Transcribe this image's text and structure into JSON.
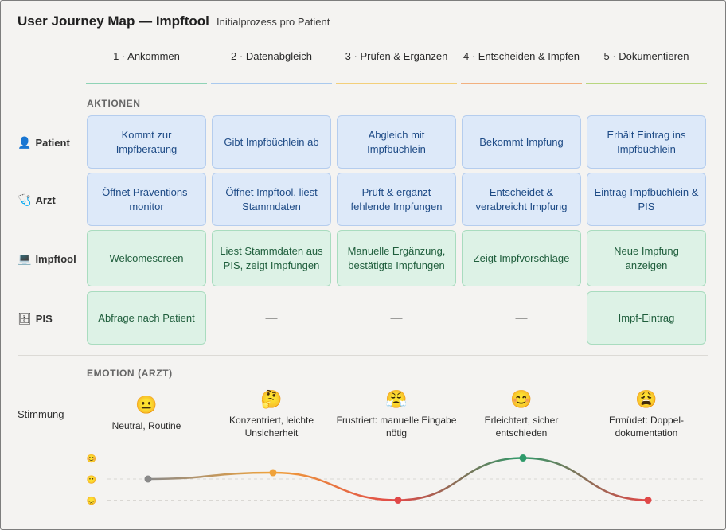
{
  "header": {
    "title": "User Journey Map — Impftool",
    "subtitle": "Initialprozess pro Patient"
  },
  "stages": [
    {
      "label": "1 · Ankommen",
      "color": "#8fd3b6"
    },
    {
      "label": "2 · Datenabgleich",
      "color": "#a9c9ee"
    },
    {
      "label": "3 · Prüfen & Ergänzen",
      "color": "#f3cf7a"
    },
    {
      "label": "4 · Entscheiden & Impfen",
      "color": "#f2b07f"
    },
    {
      "label": "5 · Dokumentieren",
      "color": "#b8d67f"
    }
  ],
  "sections": {
    "actions": "AKTIONEN",
    "emotion": "EMOTION (ARZT)"
  },
  "rows": [
    {
      "label": "Patient",
      "icon": "👤",
      "icon_name": "patient-icon",
      "cells": [
        {
          "text": "Kommt zur Impfberatung",
          "style": "blue"
        },
        {
          "text": "Gibt Impfbüchlein ab",
          "style": "blue"
        },
        {
          "text": "Abgleich mit Impfbüchlein",
          "style": "blue"
        },
        {
          "text": "Bekommt Impfung",
          "style": "blue"
        },
        {
          "text": "Erhält Eintrag ins Impfbüchlein",
          "style": "blue"
        }
      ]
    },
    {
      "label": "Arzt",
      "icon": "🩺",
      "icon_name": "stethoscope-icon",
      "cells": [
        {
          "text": "Öffnet Präventions-monitor",
          "style": "blue"
        },
        {
          "text": "Öffnet Impftool, liest Stammdaten",
          "style": "blue"
        },
        {
          "text": "Prüft & ergänzt fehlende Impfungen",
          "style": "blue"
        },
        {
          "text": "Entscheidet & verabreicht Impfung",
          "style": "blue"
        },
        {
          "text": "Eintrag Impfbüchlein & PIS",
          "style": "blue"
        }
      ]
    },
    {
      "label": "Impftool",
      "icon": "💻",
      "icon_name": "laptop-icon",
      "cells": [
        {
          "text": "Welcomescreen",
          "style": "green"
        },
        {
          "text": "Liest Stammdaten aus PIS, zeigt Impfungen",
          "style": "green"
        },
        {
          "text": "Manuelle Ergänzung, bestätigte Impfungen",
          "style": "green"
        },
        {
          "text": "Zeigt Impfvorschläge",
          "style": "green"
        },
        {
          "text": "Neue Impfung anzeigen",
          "style": "green"
        }
      ]
    },
    {
      "label": "PIS",
      "icon": "🗄",
      "icon_name": "cabinet-icon",
      "cells": [
        {
          "text": "Abfrage nach Patient",
          "style": "green"
        },
        {
          "text": "—",
          "style": "empty"
        },
        {
          "text": "—",
          "style": "empty"
        },
        {
          "text": "—",
          "style": "empty"
        },
        {
          "text": "Impf-Eintrag",
          "style": "green"
        }
      ]
    }
  ],
  "emotion": {
    "row_label": "Stimmung",
    "items": [
      {
        "emoji": "😐",
        "text": "Neutral, Routine",
        "level": 0,
        "color": "#8a8a8a"
      },
      {
        "emoji": "🤔",
        "text": "Konzentriert, leichte Unsicherheit",
        "level": 0.3,
        "color": "#f0a23a"
      },
      {
        "emoji": "😤",
        "text": "Frustriert: manuelle Eingabe nötig",
        "level": -1,
        "color": "#e04848"
      },
      {
        "emoji": "😊",
        "text": "Erleichtert, sicher entschieden",
        "level": 1,
        "color": "#2e9a6a"
      },
      {
        "emoji": "😩",
        "text": "Ermüdet: Doppel-dokumentation",
        "level": -1,
        "color": "#e04848"
      }
    ],
    "scale": [
      {
        "emoji": "😊",
        "level": 1
      },
      {
        "emoji": "😐",
        "level": 0
      },
      {
        "emoji": "😞",
        "level": -1
      }
    ]
  }
}
